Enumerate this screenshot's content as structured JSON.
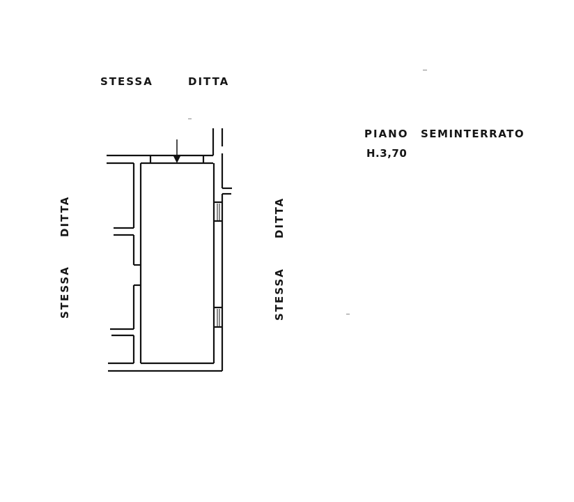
{
  "plan": {
    "floor_title": "PIANO",
    "floor_name": "SEMINTERRATO",
    "height_label": "H.3,70",
    "top_label": {
      "word1": "STESSA",
      "word2": "DITTA"
    },
    "left_label": {
      "word1": "STESSA",
      "word2": "DITTA"
    },
    "right_label": {
      "word1": "STESSA",
      "word2": "DITTA"
    },
    "entrance_arrow": "arrow-down",
    "line_color": "#111111"
  }
}
